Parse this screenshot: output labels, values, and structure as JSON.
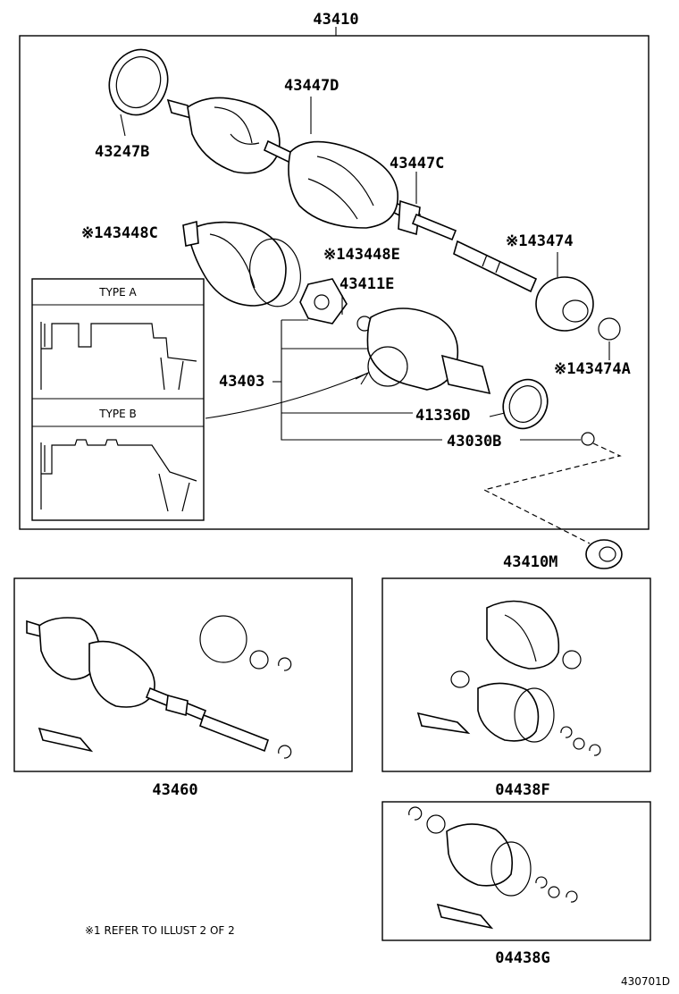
{
  "labels": {
    "main_assembly": "43410",
    "ring_43247B": "43247B",
    "clamp_43447D": "43447D",
    "clamp_43447C": "43447C",
    "boot_43448C": "※143448C",
    "boot_43448E": "※143448E",
    "damper_43474": "※143474",
    "clip_43474A": "※143474A",
    "tripod_43411E": "43411E",
    "outer_43403": "43403",
    "ring_41336D": "41336D",
    "snap_43030B": "43030B",
    "seal_43410M": "43410M",
    "kit_43460": "43460",
    "kit_04438F": "04438F",
    "kit_04438G": "04438G"
  },
  "inset": {
    "type_a": "TYPE A",
    "type_b": "TYPE B"
  },
  "footnote": "※1  REFER TO ILLUST 2 OF 2",
  "figure_code": "430701D"
}
